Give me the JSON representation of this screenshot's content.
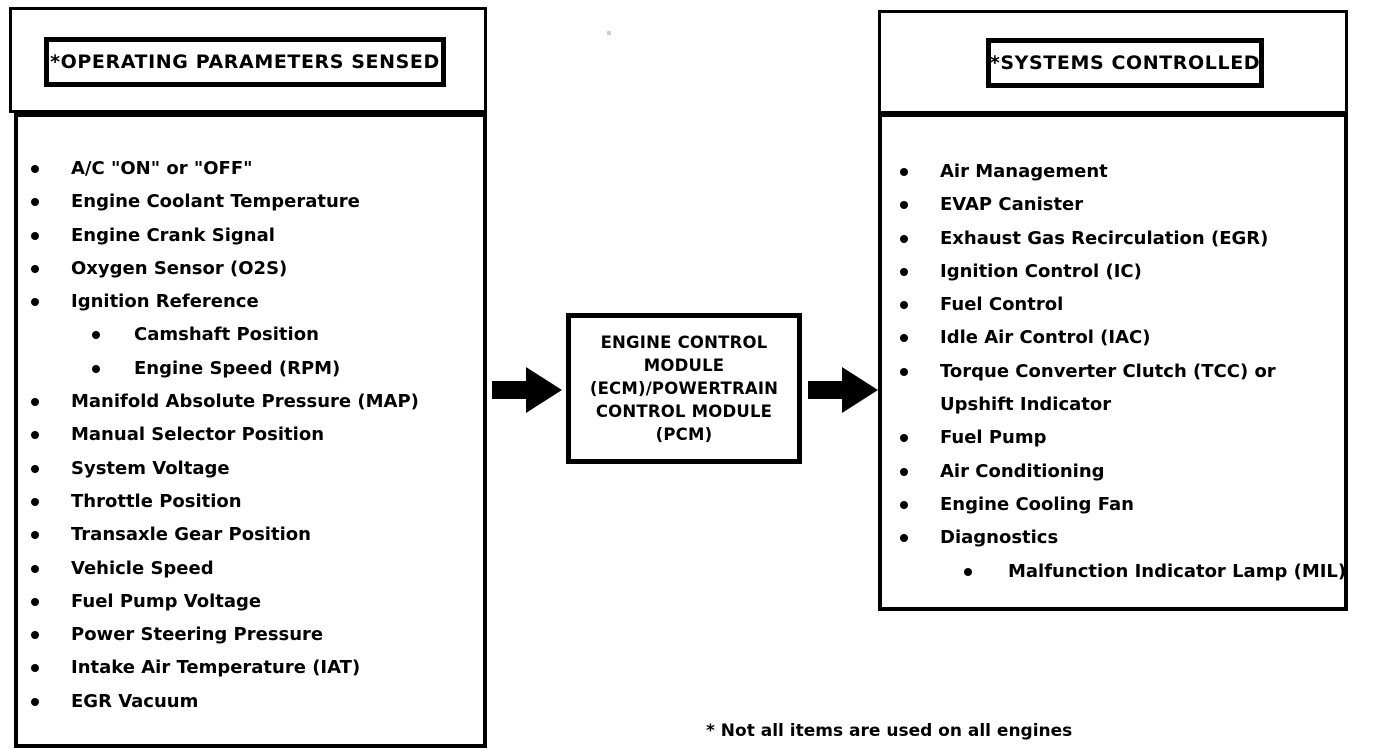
{
  "diagram": {
    "title": "Engine Control Module / Powertrain Control Module block diagram",
    "colors": {
      "ink": "#000000",
      "background": "#ffffff"
    },
    "left_panel": {
      "title": "*OPERATING PARAMETERS SENSED",
      "items": [
        {
          "level": 1,
          "label": "A/C \"ON\" or \"OFF\""
        },
        {
          "level": 1,
          "label": "Engine Coolant Temperature"
        },
        {
          "level": 1,
          "label": "Engine Crank Signal"
        },
        {
          "level": 1,
          "label": "Oxygen Sensor (O2S)"
        },
        {
          "level": 1,
          "label": "Ignition Reference"
        },
        {
          "level": 2,
          "label": "Camshaft Position"
        },
        {
          "level": 2,
          "label": "Engine Speed (RPM)"
        },
        {
          "level": 1,
          "label": "Manifold Absolute Pressure (MAP)"
        },
        {
          "level": 1,
          "label": "Manual Selector Position"
        },
        {
          "level": 1,
          "label": "System Voltage"
        },
        {
          "level": 1,
          "label": "Throttle Position"
        },
        {
          "level": 1,
          "label": "Transaxle Gear Position"
        },
        {
          "level": 1,
          "label": "Vehicle Speed"
        },
        {
          "level": 1,
          "label": "Fuel Pump Voltage"
        },
        {
          "level": 1,
          "label": "Power Steering Pressure"
        },
        {
          "level": 1,
          "label": "Intake Air Temperature (IAT)"
        },
        {
          "level": 1,
          "label": "EGR Vacuum"
        }
      ]
    },
    "center_module": {
      "lines": [
        "ENGINE CONTROL",
        "MODULE",
        "(ECM)/POWERTRAIN",
        "CONTROL MODULE",
        "(PCM)"
      ]
    },
    "right_panel": {
      "title": "*SYSTEMS CONTROLLED",
      "items": [
        {
          "level": 1,
          "label": "Air Management"
        },
        {
          "level": 1,
          "label": "EVAP Canister"
        },
        {
          "level": 1,
          "label": "Exhaust Gas Recirculation (EGR)"
        },
        {
          "level": 1,
          "label": "Ignition Control (IC)"
        },
        {
          "level": 1,
          "label": "Fuel Control"
        },
        {
          "level": 1,
          "label": "Idle Air Control (IAC)"
        },
        {
          "level": 1,
          "label": "Torque Converter Clutch (TCC) or"
        },
        {
          "level": 0,
          "label": "Upshift Indicator"
        },
        {
          "level": 1,
          "label": "Fuel Pump"
        },
        {
          "level": 1,
          "label": "Air Conditioning"
        },
        {
          "level": 1,
          "label": "Engine Cooling Fan"
        },
        {
          "level": 1,
          "label": "Diagnostics"
        },
        {
          "level": 2,
          "label": "Malfunction Indicator Lamp (MIL)"
        }
      ]
    },
    "arrows": {
      "input_arrow_name": "arrow-inputs-to-module",
      "output_arrow_name": "arrow-module-to-systems"
    },
    "footnote": "*  Not all items are used on all engines"
  }
}
